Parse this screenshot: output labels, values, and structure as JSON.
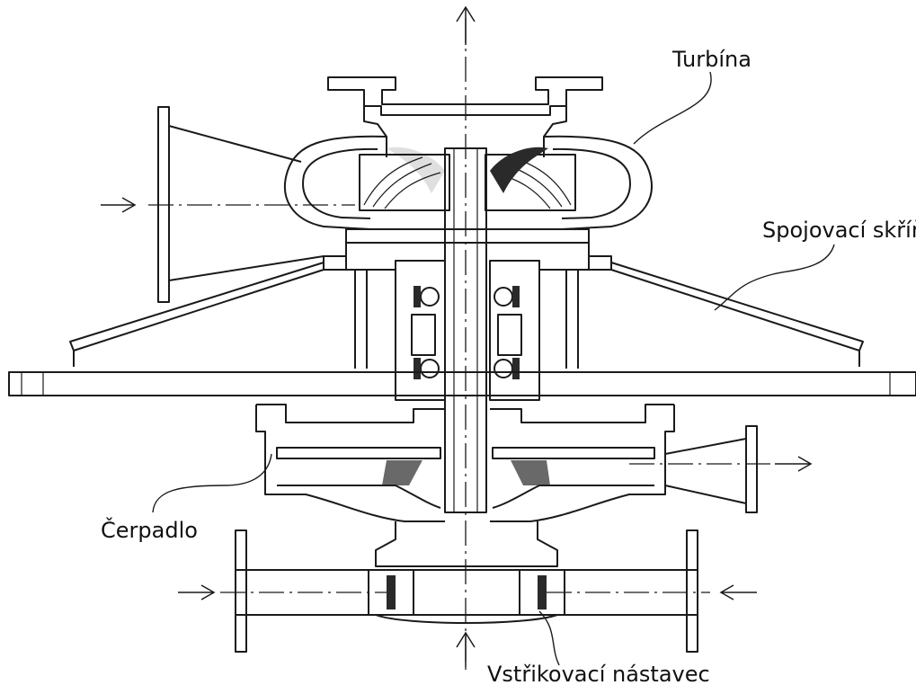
{
  "labels": {
    "turbine": "Turbína",
    "coupling_housing": "Spojovací skříň",
    "pump": "Čerpadlo",
    "injection_nozzle": "Vstřikovací nástavec"
  },
  "icons": {
    "arrows": [
      "arrow-up-icon",
      "arrow-right-icon",
      "arrow-left-icon"
    ]
  }
}
